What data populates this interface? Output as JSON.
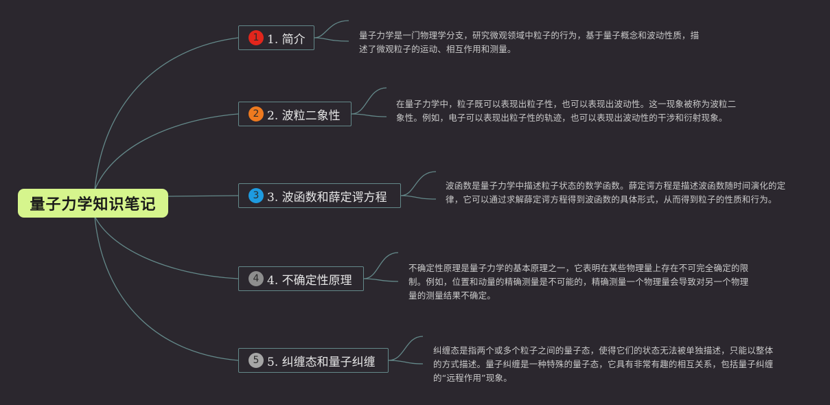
{
  "central": {
    "title": "量子力学知识笔记"
  },
  "topics": [
    {
      "number": "1",
      "badge_color": "#e2261c",
      "label": "1. 简介",
      "note": "量子力学是一门物理学分支，研究微观领域中粒子的行为，基于量子概念和波动性质，描述了微观粒子的运动、相互作用和测量。"
    },
    {
      "number": "2",
      "badge_color": "#ee7a1f",
      "label": "2. 波粒二象性",
      "note": "在量子力学中，粒子既可以表现出粒子性，也可以表现出波动性。这一现象被称为波粒二象性。例如，电子可以表现出粒子性的轨迹，也可以表现出波动性的干涉和衍射现象。"
    },
    {
      "number": "3",
      "badge_color": "#1e9be0",
      "label": "3. 波函数和薛定谔方程",
      "note": "波函数是量子力学中描述粒子状态的数学函数。薛定谔方程是描述波函数随时间演化的定律，它可以通过求解薛定谔方程得到波函数的具体形式，从而得到粒子的性质和行为。"
    },
    {
      "number": "4",
      "badge_color": "#8e8e8e",
      "label": "4. 不确定性原理",
      "note": "不确定性原理是量子力学的基本原理之一，它表明在某些物理量上存在不可完全确定的限制。例如，位置和动量的精确测量是不可能的，精确测量一个物理量会导致对另一个物理量的测量结果不确定。"
    },
    {
      "number": "5",
      "badge_color": "#a6a6a6",
      "label": "5. 纠缠态和量子纠缠",
      "note": "纠缠态是指两个或多个粒子之间的量子态，使得它们的状态无法被单独描述，只能以整体的方式描述。量子纠缠是一种特殊的量子态，它具有非常有趣的相互关系，包括量子纠缠的“远程作用”现象。"
    }
  ],
  "colors": {
    "background": "#2b272e",
    "central_fill": "#d6f58d",
    "topic_border": "#64898a",
    "connector": "#64898a",
    "note_text": "#c9c9c9"
  }
}
